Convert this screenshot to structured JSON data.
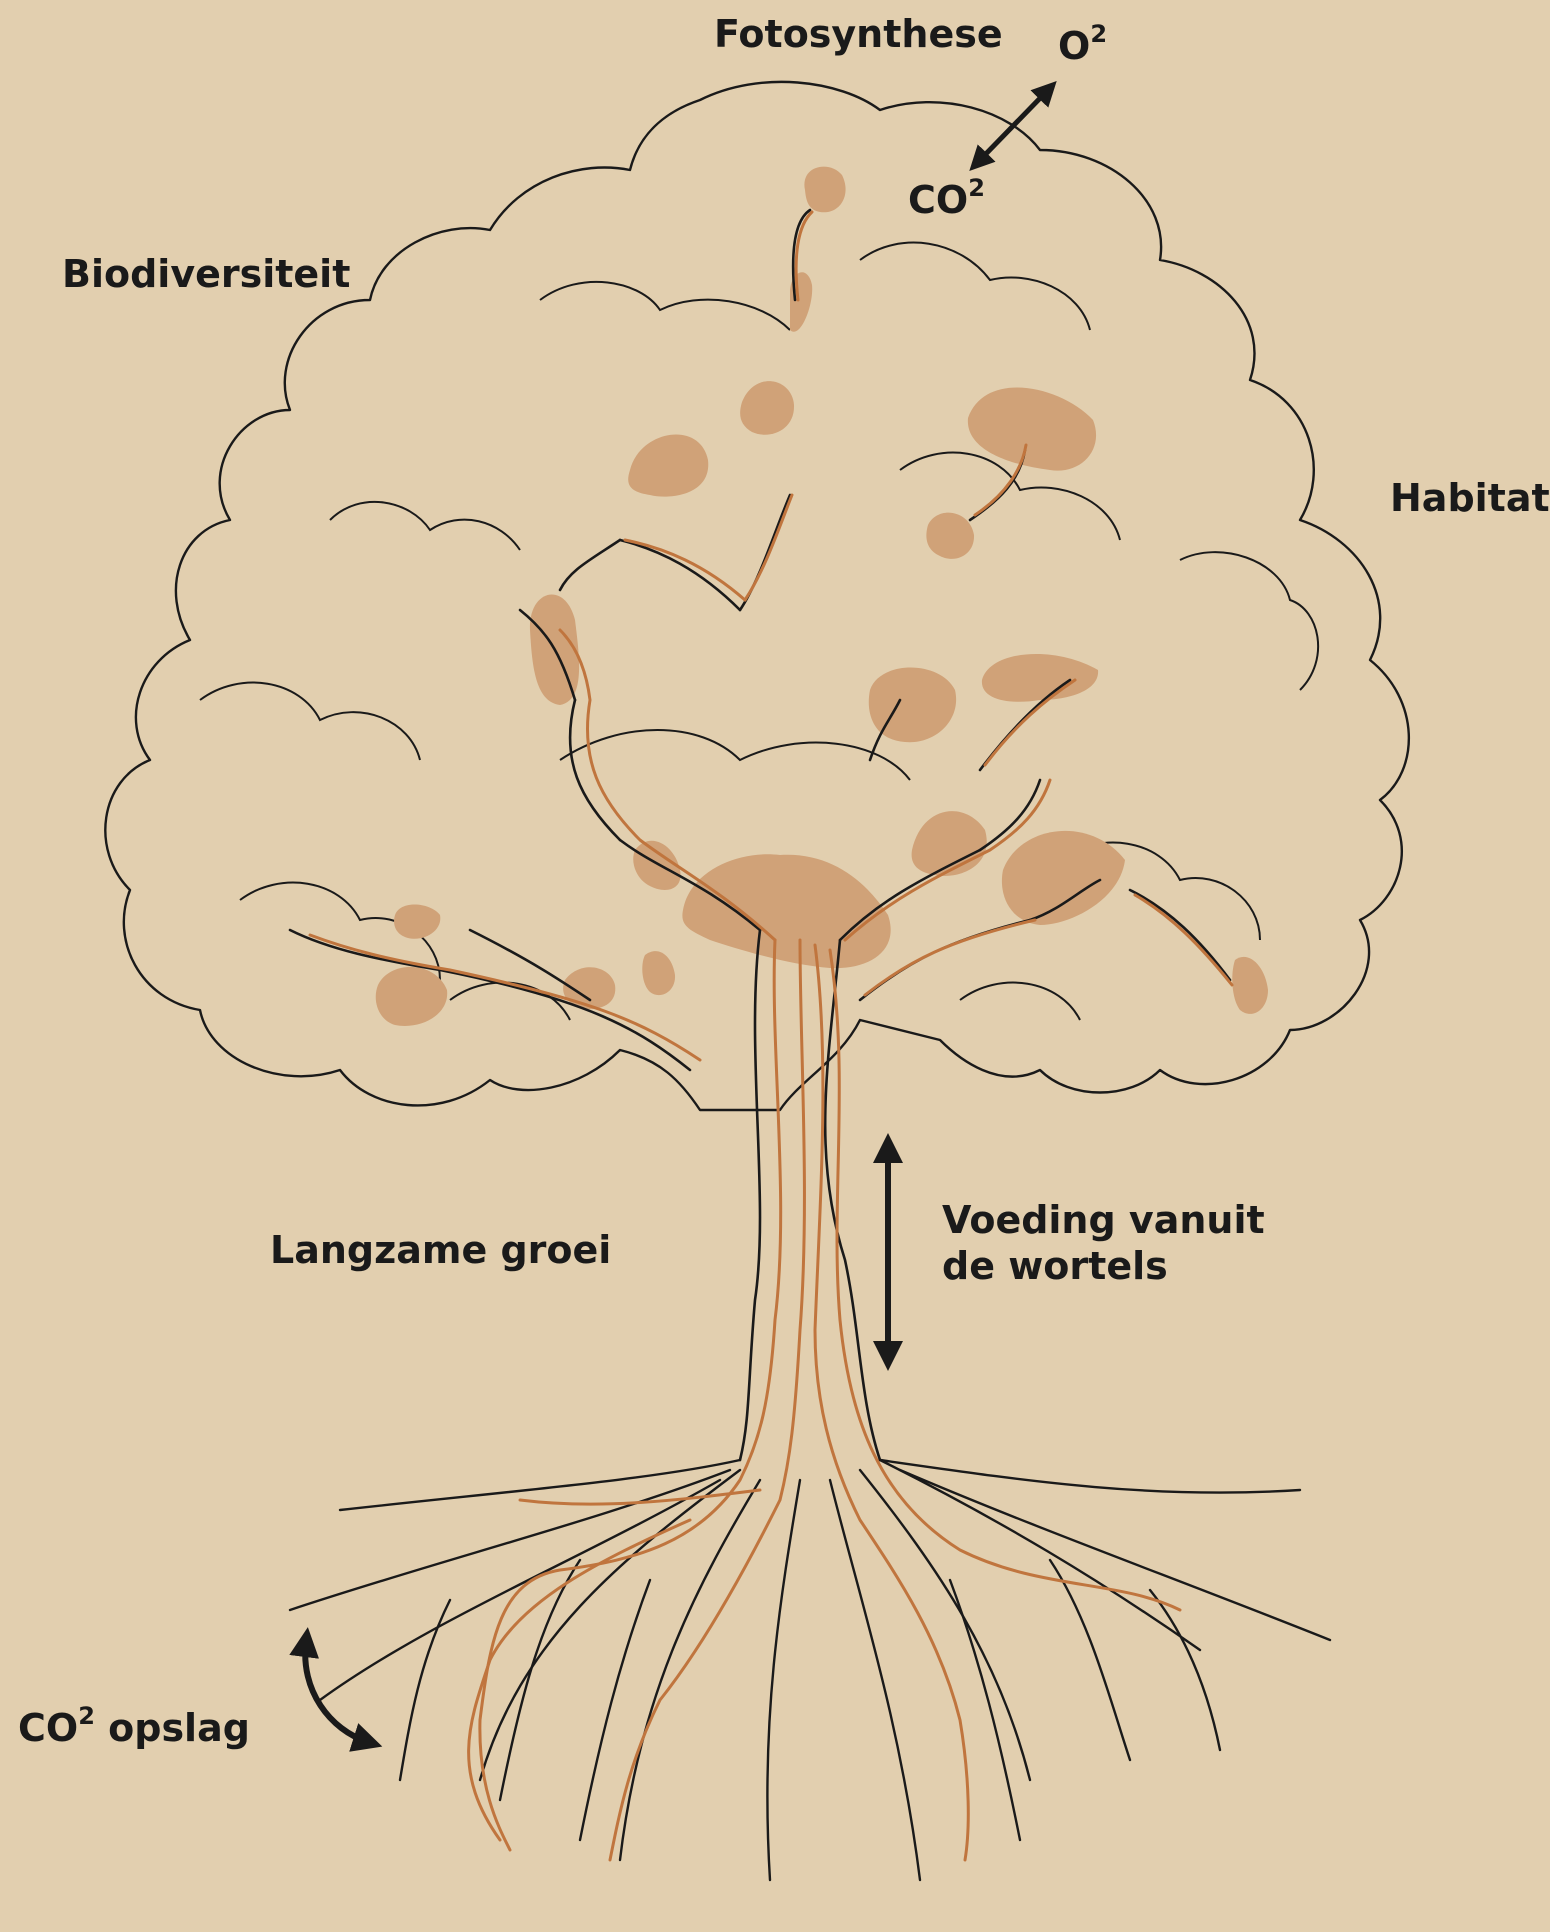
{
  "labels": {
    "fotosynthese": "Fotosynthese",
    "o2_base": "O",
    "o2_sup": "2",
    "co2_base": "CO",
    "co2_sup": "2",
    "biodiversiteit": "Biodiversiteit",
    "habitat": "Habitat",
    "langzame_groei": "Langzame groei",
    "voeding_line1": "Voeding vanuit",
    "voeding_line2": "de wortels",
    "opslag_base": "CO",
    "opslag_sup": "2",
    "opslag_rest": " opslag"
  },
  "colors": {
    "background": "#e2cfaf",
    "outline": "#1a1a1a",
    "vein": "#c0753e",
    "blob": "#d0a278"
  }
}
